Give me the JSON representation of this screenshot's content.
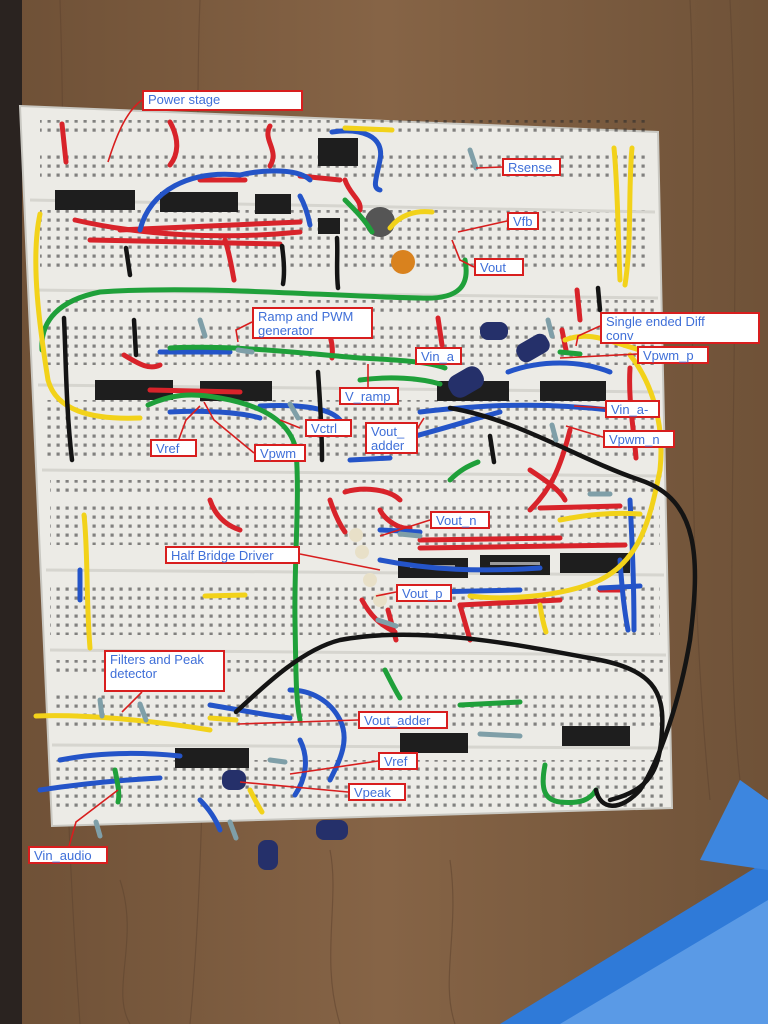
{
  "photo": {
    "subject": "breadboard-circuit",
    "colors": {
      "table_wood": "#7a5a3c",
      "breadboard": "#ecebe6",
      "wire_red": "#d8232a",
      "wire_blue": "#2454c8",
      "wire_green": "#1fa03a",
      "wire_yellow": "#f2d21a",
      "wire_black": "#141414",
      "ic_body": "#1e1e1e",
      "annotation_border": "#d81e1e",
      "annotation_text": "#3f6fd8",
      "binder": "#2f7ad8"
    }
  },
  "annotations": {
    "power_stage": "Power stage",
    "rsense": "Rsense",
    "vfb": "Vfb",
    "vout": "Vout",
    "ramp_pwm": "Ramp and PWM\ngenerator",
    "single_diff": "Single ended Diff\nconv",
    "vin_a": "Vin_a",
    "vpwm_p": "Vpwm_p",
    "v_ramp": "V_ramp",
    "vin_a_minus": "Vin_a-",
    "vctrl": "Vctrl",
    "vout_adder_top": "Vout_\nadder",
    "vpwm_n": "Vpwm_n",
    "vref_top": "Vref",
    "vpwm": "Vpwm",
    "vout_n": "Vout_n",
    "half_bridge": "Half Bridge Driver",
    "vout_p": "Vout_p",
    "filters_peak": "Filters and Peak\ndetector",
    "vout_adder_bottom": "Vout_adder",
    "vref_bottom": "Vref",
    "vpeak": "Vpeak",
    "vin_audio": "Vin_audio"
  }
}
